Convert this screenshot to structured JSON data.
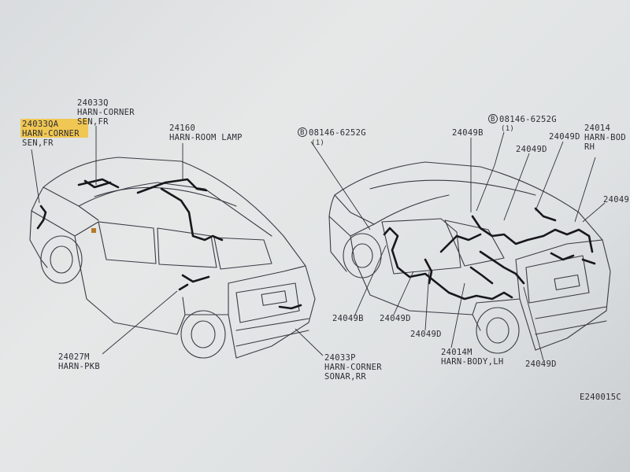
{
  "labels": {
    "harn_corner_sen_fr_a": {
      "part": "24033Q",
      "line1": "HARN-CORNER",
      "line2": "SEN,FR"
    },
    "harn_corner_sen_fr_b": {
      "part": "24033QA",
      "line1": "HARN-CORNER",
      "line2": "SEN,FR"
    },
    "harn_room_lamp": {
      "part": "24160",
      "line1": "HARN-ROOM LAMP"
    },
    "harn_pkb": {
      "part": "24027M",
      "line1": "HARN-PKB"
    },
    "harn_corner_sonar_rr": {
      "part": "24033P",
      "line1": "HARN-CORNER",
      "line2": "SONAR,RR"
    },
    "bolt_left": {
      "part": "08146-6252G",
      "qty": "(1)"
    },
    "bolt_right": {
      "part": "08146-6252G",
      "qty": "(1)"
    },
    "clip_b_top": {
      "part": "24049B"
    },
    "clip_d_top1": {
      "part": "24049D"
    },
    "clip_d_top2": {
      "part": "24049D"
    },
    "harn_body_rh": {
      "part": "24014",
      "line1": "HARN-BOD",
      "line2": "RH"
    },
    "clip_right_edge": {
      "part": "24049"
    },
    "clip_b_bottom": {
      "part": "24049B"
    },
    "clip_d_bottom1": {
      "part": "24049D"
    },
    "clip_d_bottom2": {
      "part": "24049D"
    },
    "harn_body_lh": {
      "part": "24014M",
      "line1": "HARN-BODY,LH"
    },
    "clip_d_bottom3": {
      "part": "24049D"
    },
    "figure_code": "E240015C"
  },
  "symbols": {
    "bolt_marker": "B"
  },
  "colors": {
    "highlight": "#f3c23a",
    "ink": "#2c2c33",
    "harness": "#17171c"
  }
}
